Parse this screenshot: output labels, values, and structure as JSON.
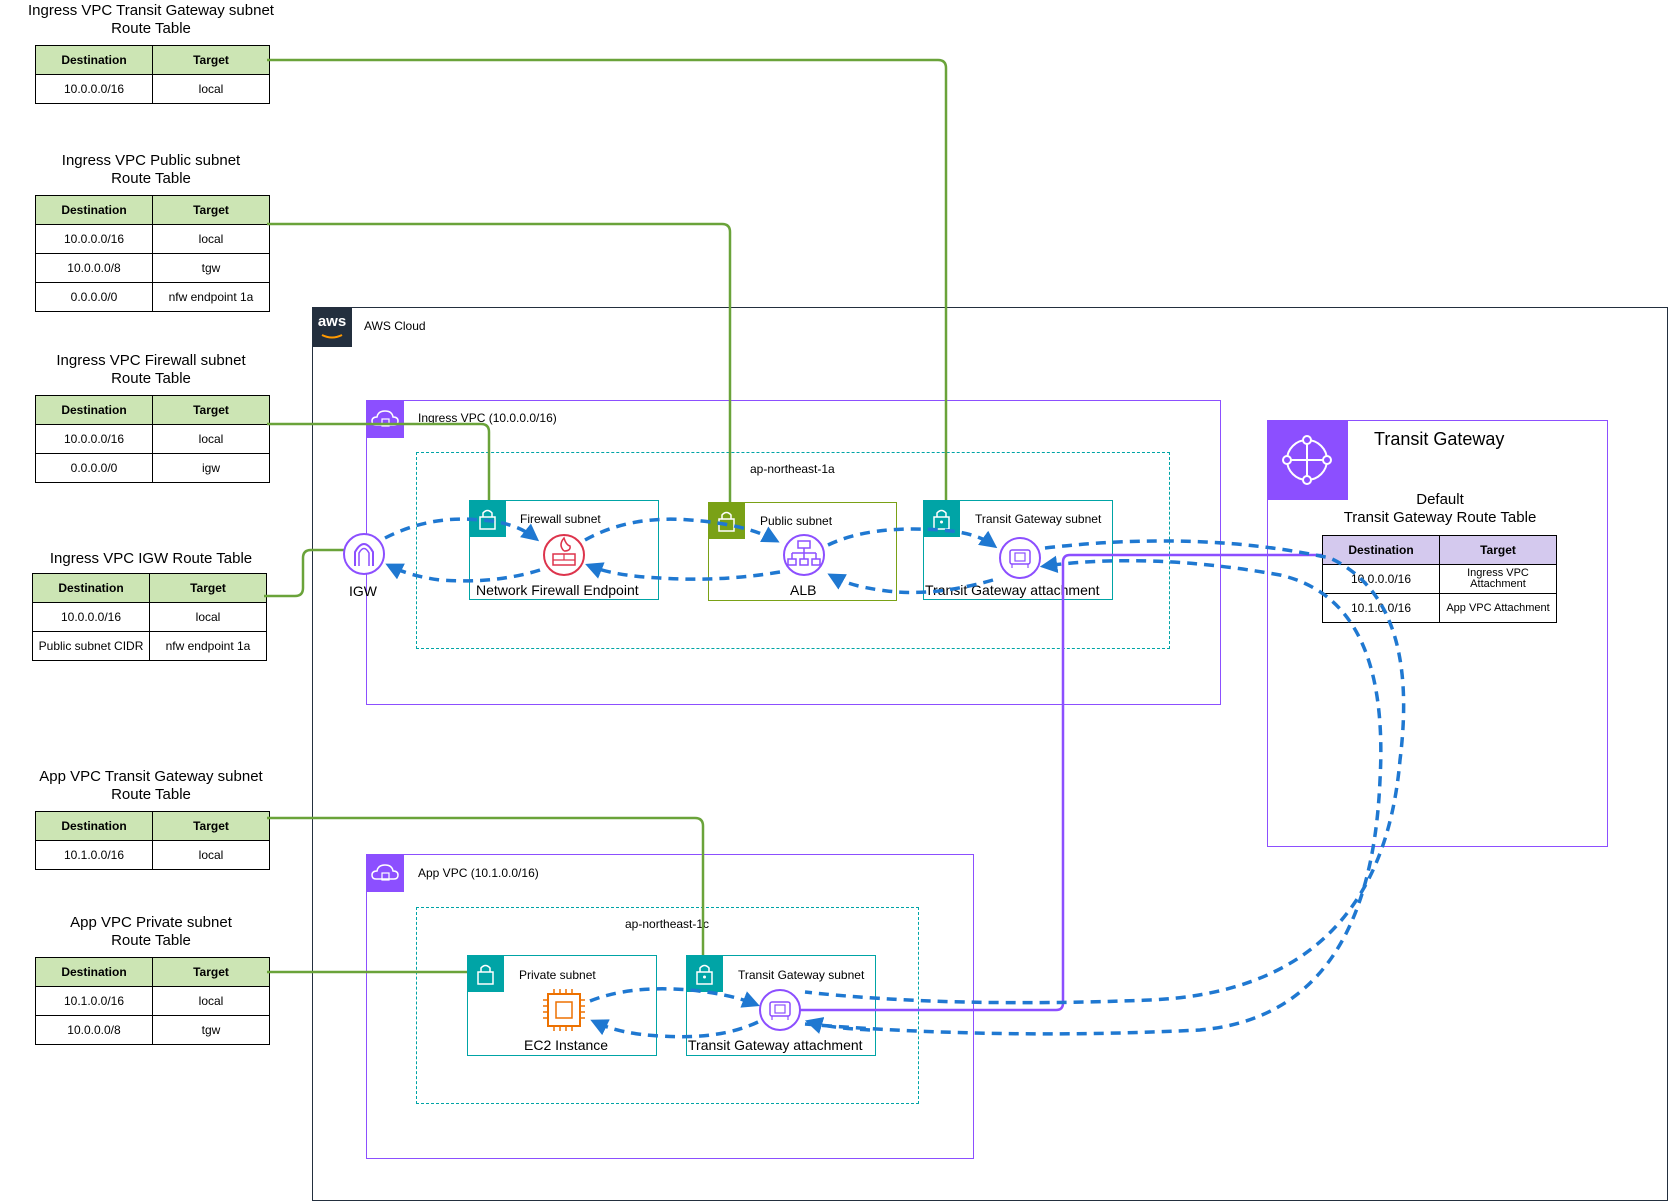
{
  "route_tables": {
    "ingress_tgw": {
      "title_line1": "Ingress VPC Transit Gateway subnet",
      "title_line2": "Route Table",
      "headers": [
        "Destination",
        "Target"
      ],
      "rows": [
        [
          "10.0.0.0/16",
          "local"
        ]
      ]
    },
    "ingress_public": {
      "title_line1": "Ingress VPC Public subnet",
      "title_line2": "Route Table",
      "headers": [
        "Destination",
        "Target"
      ],
      "rows": [
        [
          "10.0.0.0/16",
          "local"
        ],
        [
          "10.0.0.0/8",
          "tgw"
        ],
        [
          "0.0.0.0/0",
          "nfw endpoint 1a"
        ]
      ]
    },
    "ingress_firewall": {
      "title_line1": "Ingress VPC Firewall subnet",
      "title_line2": "Route Table",
      "headers": [
        "Destination",
        "Target"
      ],
      "rows": [
        [
          "10.0.0.0/16",
          "local"
        ],
        [
          "0.0.0.0/0",
          "igw"
        ]
      ]
    },
    "ingress_igw": {
      "title_line1": "Ingress VPC IGW Route Table",
      "headers": [
        "Destination",
        "Target"
      ],
      "rows": [
        [
          "10.0.0.0/16",
          "local"
        ],
        [
          "Public subnet CIDR",
          "nfw endpoint 1a"
        ]
      ]
    },
    "app_tgw": {
      "title_line1": "App VPC Transit Gateway subnet",
      "title_line2": "Route Table",
      "headers": [
        "Destination",
        "Target"
      ],
      "rows": [
        [
          "10.1.0.0/16",
          "local"
        ]
      ]
    },
    "app_private": {
      "title_line1": "App VPC Private subnet",
      "title_line2": "Route Table",
      "headers": [
        "Destination",
        "Target"
      ],
      "rows": [
        [
          "10.1.0.0/16",
          "local"
        ],
        [
          "10.0.0.0/8",
          "tgw"
        ]
      ]
    },
    "tgw_default": {
      "title_line1": "Default",
      "title_line2": "Transit Gateway Route Table",
      "headers": [
        "Destination",
        "Target"
      ],
      "rows": [
        [
          "10.0.0.0/16",
          "Ingress VPC Attachment"
        ],
        [
          "10.1.0.0/16",
          "App VPC Attachment"
        ]
      ]
    }
  },
  "cloud": {
    "logo": "aws",
    "label": "AWS Cloud"
  },
  "ingress_vpc": {
    "label": "Ingress VPC (10.0.0.0/16)",
    "az": "ap-northeast-1a",
    "firewall_subnet": "Firewall subnet",
    "public_subnet": "Public subnet",
    "tgw_subnet": "Transit Gateway subnet",
    "nfw_label": "Network Firewall Endpoint",
    "alb_label": "ALB",
    "tgw_attach_label": "Transit Gateway attachment",
    "igw_label": "IGW"
  },
  "app_vpc": {
    "label": "App VPC (10.1.0.0/16)",
    "az": "ap-northeast-1c",
    "private_subnet": "Private subnet",
    "tgw_subnet": "Transit Gateway subnet",
    "ec2_label": "EC2 Instance",
    "tgw_attach_label": "Transit Gateway attachment"
  },
  "transit_gateway": {
    "label": "Transit Gateway"
  },
  "colors": {
    "route_line": "#6aa33a",
    "flow": "#1f78d1",
    "vpc": "#8c4fff",
    "subnet": "#00a4a6",
    "public_subnet": "#7aa116",
    "firewall": "#dd344c",
    "ec2": "#ed7100",
    "header_green": "#cce5b4",
    "header_purple": "#d4c9ee"
  }
}
